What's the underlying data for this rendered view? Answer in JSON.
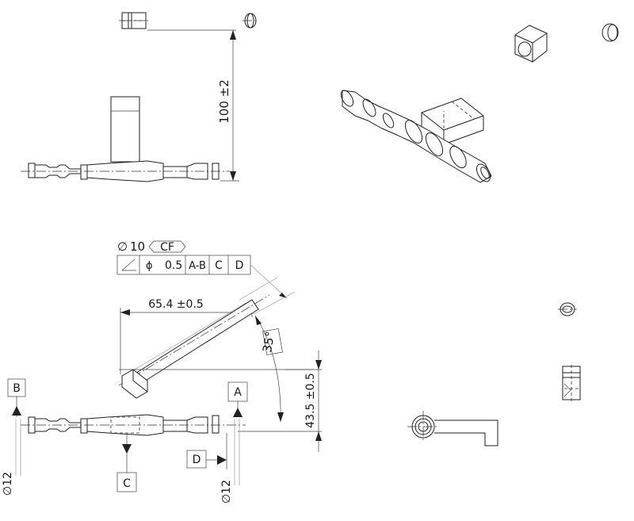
{
  "drawing": {
    "top_view": {
      "dim_height": "100 ±2"
    },
    "front_view": {
      "frame_diameter_symbol": "∅",
      "frame_diameter_value": "10",
      "frame_modifier": "CF",
      "fcf_angularity_symbol": "∠",
      "fcf_diameter_symbol": "ϕ",
      "fcf_tolerance": "0.5",
      "fcf_datum_1": "A-B",
      "fcf_datum_2": "C",
      "fcf_datum_3": "D",
      "dim_length": "65.4 ±0.5",
      "dim_angle": "35°",
      "dim_offset": "43.5 ±0.5",
      "dim_diameter_left": "∅12",
      "dim_diameter_right": "∅12",
      "datum_a": "A",
      "datum_b": "B",
      "datum_c": "C",
      "datum_d": "D"
    }
  }
}
